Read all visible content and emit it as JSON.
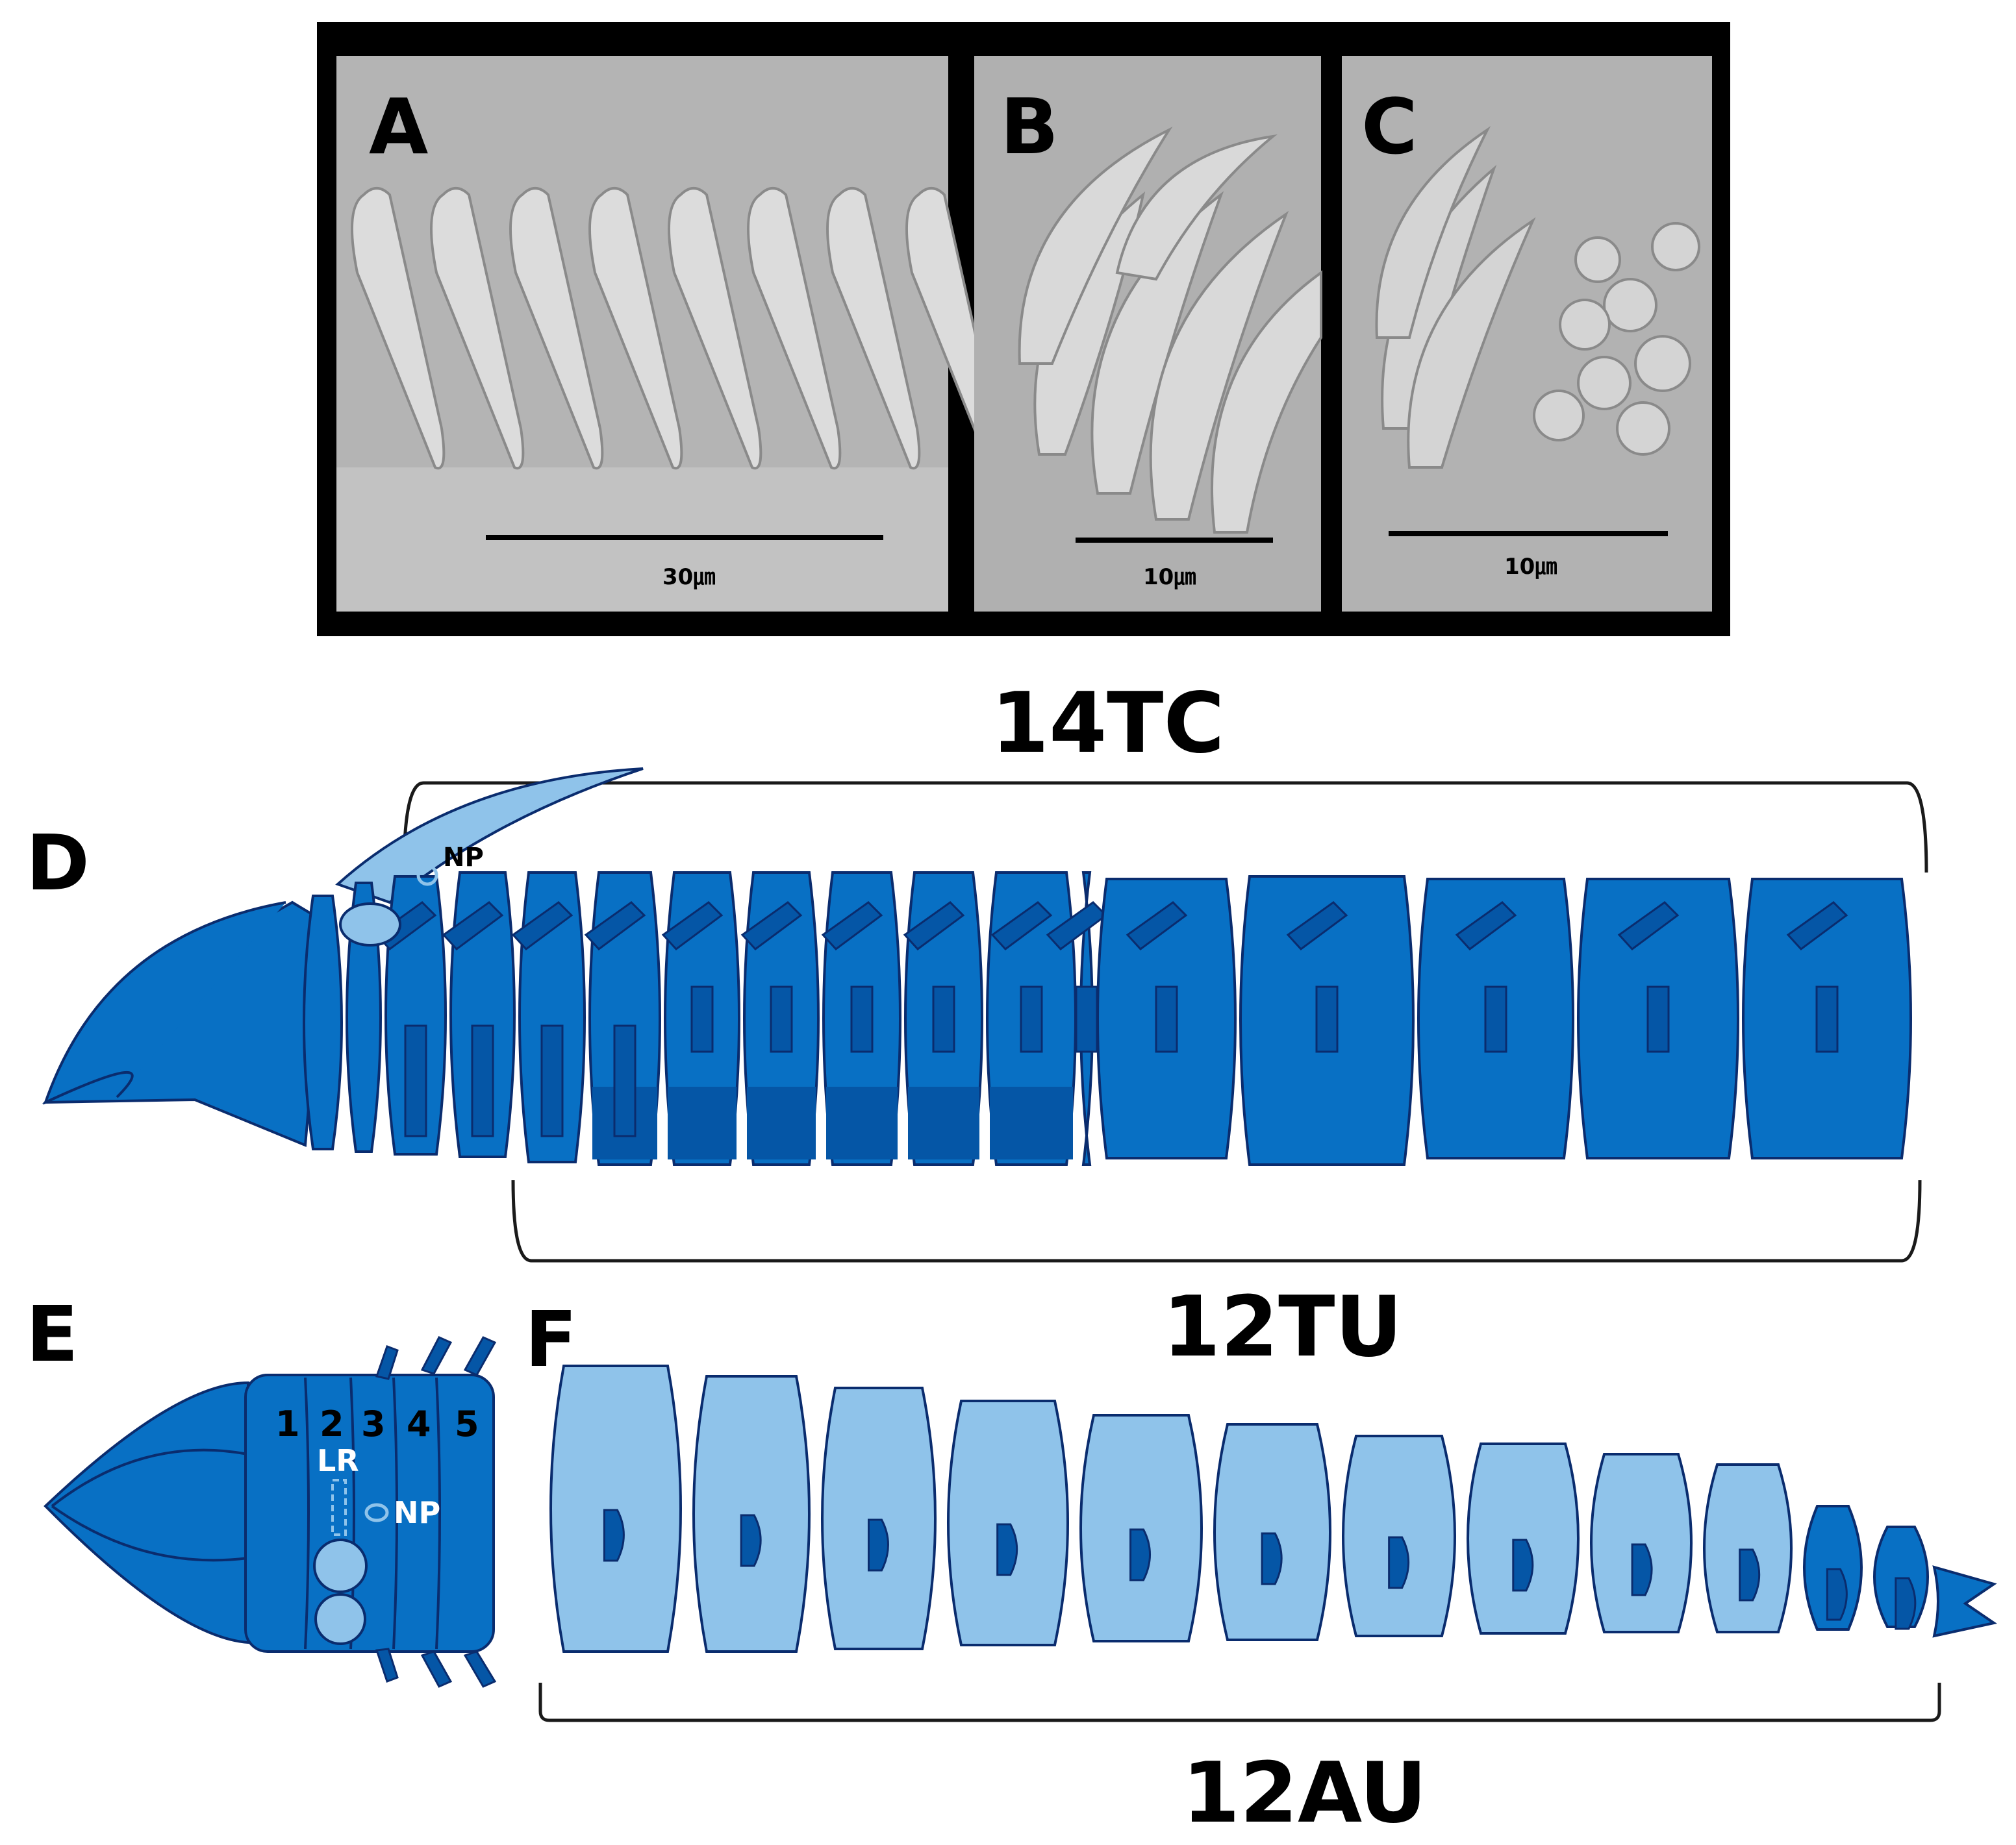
{
  "colors": {
    "frame": "#000000",
    "sem_gray": "#b9b9b9",
    "body_blue": "#0870c4",
    "body_dark": "#0556a6",
    "body_light": "#8fc3ea",
    "outline": "#0a2c6e",
    "bracket": "#1a1a1a"
  },
  "panels": {
    "a": {
      "letter": "A",
      "scale_label": "30㎛"
    },
    "b": {
      "letter": "B",
      "scale_label": "10㎛"
    },
    "c": {
      "letter": "C",
      "scale_label": "10㎛"
    },
    "d": {
      "letter": "D",
      "np_label": "NP"
    },
    "e": {
      "letter": "E",
      "segment_numbers": [
        "1",
        "2",
        "3",
        "4",
        "5"
      ],
      "lr_label": "LR",
      "np_label": "NP"
    },
    "f": {
      "letter": "F"
    }
  },
  "groups": {
    "top": "14TC",
    "middle": "12TU",
    "bottom": "12AU"
  }
}
